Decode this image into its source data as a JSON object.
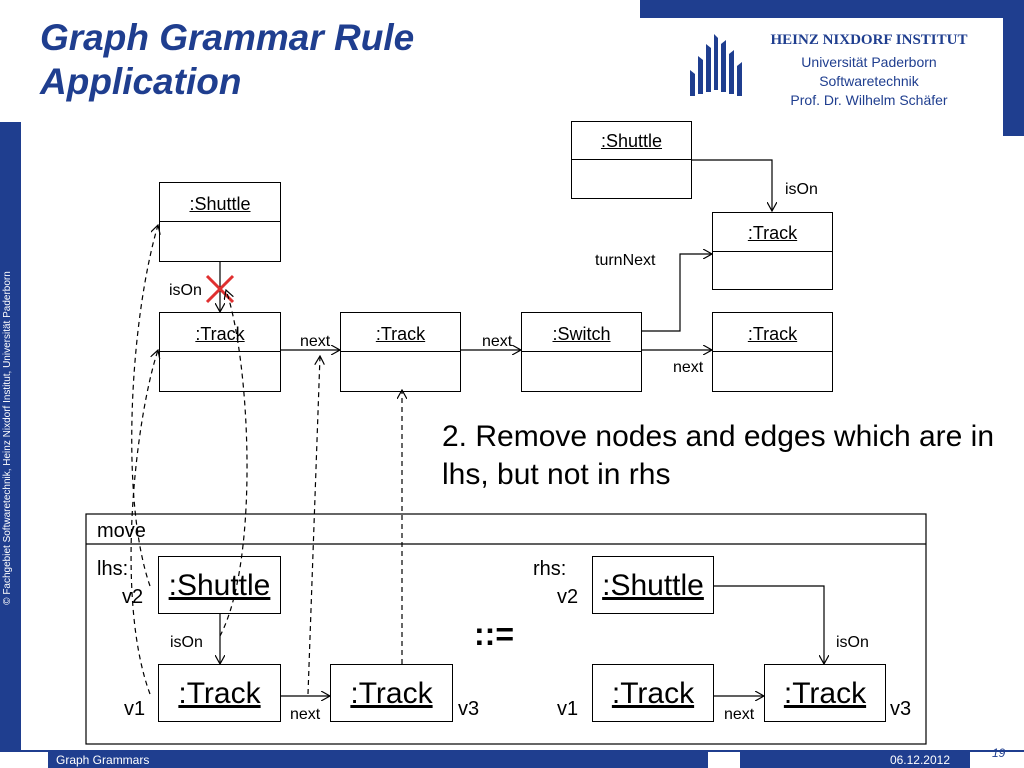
{
  "title_line1": "Graph Grammar Rule",
  "title_line2": "Application",
  "institute": {
    "name": "HEINZ NIXDORF INSTITUT",
    "line2": "Universität Paderborn",
    "line3": "Softwaretechnik",
    "line4": "Prof. Dr. Wilhelm Schäfer"
  },
  "side_text": "© Fachgebiet Softwaretechnik, Heinz Nixdorf Institut, Universität Paderborn",
  "footer": {
    "left": "Graph Grammars",
    "date": "06.12.2012",
    "page": "19"
  },
  "host_graph": {
    "shuttle_top": ":Shuttle",
    "shuttle_left": ":Shuttle",
    "track_top": ":Track",
    "track1": ":Track",
    "track2": ":Track",
    "switch": ":Switch",
    "track4": ":Track",
    "edge_ison_top": "isOn",
    "edge_turnnext": "turnNext",
    "edge_ison_left": "isOn",
    "edge_next1": "next",
    "edge_next2": "next",
    "edge_next3": "next"
  },
  "step_text": "2. Remove nodes and edges which are in lhs, but not in rhs",
  "rule": {
    "name": "move",
    "lhs_label": "lhs:",
    "rhs_label": "rhs:",
    "lhs_shuttle": ":Shuttle",
    "lhs_track1": ":Track",
    "lhs_track2": ":Track",
    "rhs_shuttle": ":Shuttle",
    "rhs_track1": ":Track",
    "rhs_track2": ":Track",
    "v1_lhs": "v1",
    "v2_lhs": "v2",
    "v3_lhs": "v3",
    "v1_rhs": "v1",
    "v2_rhs": "v2",
    "v3_rhs": "v3",
    "lhs_ison": "isOn",
    "rhs_ison": "isOn",
    "lhs_next": "next",
    "rhs_next": "next",
    "produces": "::="
  },
  "colors": {
    "brand": "#1f3e8f",
    "delete_mark": "#e03030"
  }
}
